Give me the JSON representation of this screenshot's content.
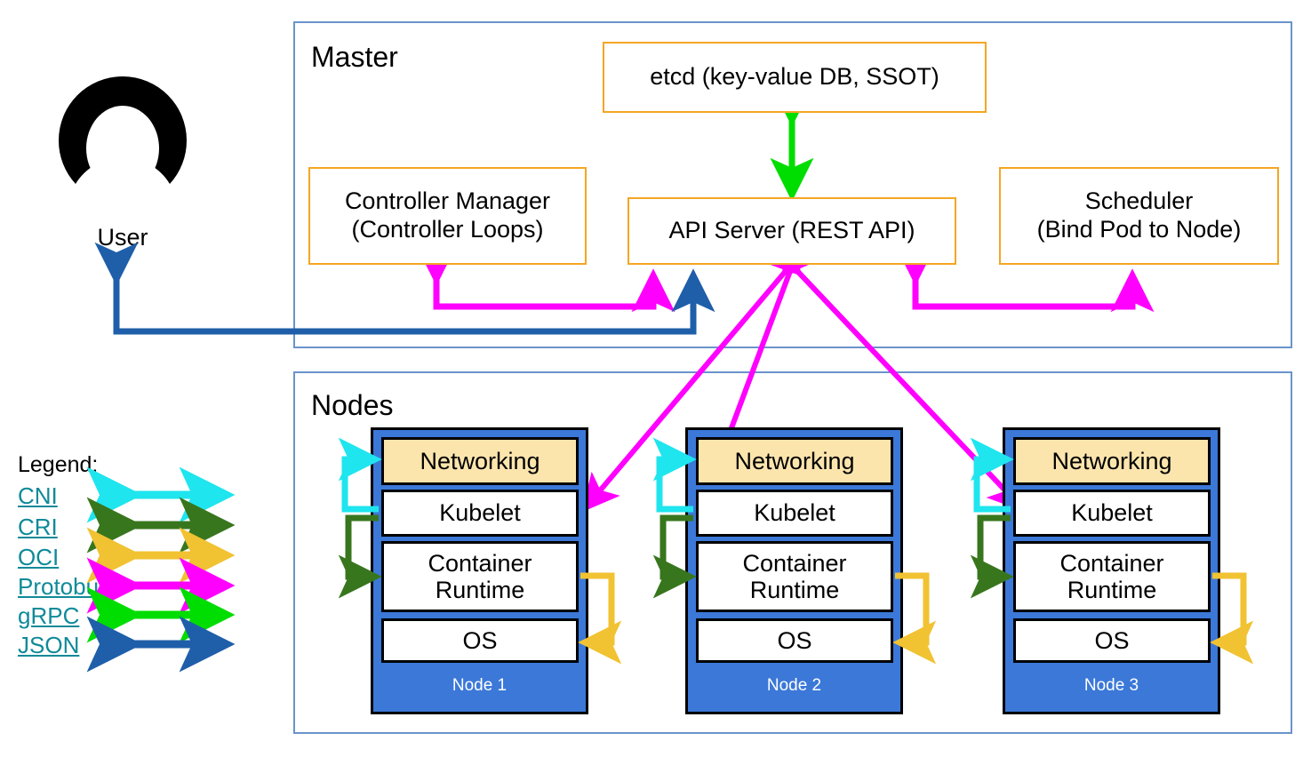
{
  "diagram": {
    "title_master": "Master",
    "title_nodes": "Nodes",
    "user_label": "User",
    "user_icon": "user-avatar-icon"
  },
  "master": {
    "label": "Master",
    "components": [
      {
        "id": "etcd",
        "label": "etcd (key-value DB, SSOT)"
      },
      {
        "id": "controller",
        "label": "Controller Manager\n(Controller Loops)",
        "line1": "Controller Manager",
        "line2": "(Controller Loops)"
      },
      {
        "id": "apiserver",
        "label": "API Server (REST API)"
      },
      {
        "id": "scheduler",
        "label": "Scheduler\n(Bind Pod to Node)",
        "line1": "Scheduler",
        "line2": "(Bind Pod to Node)"
      }
    ]
  },
  "nodes": {
    "label": "Nodes",
    "layers": [
      "Networking",
      "Kubelet",
      "Container Runtime",
      "OS"
    ],
    "layer_networking": "Networking",
    "layer_kubelet": "Kubelet",
    "layer_runtime_line1": "Container",
    "layer_runtime_line2": "Runtime",
    "layer_os": "OS",
    "items": [
      {
        "name": "Node 1"
      },
      {
        "name": "Node 2"
      },
      {
        "name": "Node 3"
      }
    ]
  },
  "legend": {
    "title": "Legend:",
    "items": [
      {
        "label": "CNI",
        "color": "#1fe5ee"
      },
      {
        "label": "CRI",
        "color": "#38761d"
      },
      {
        "label": "OCI",
        "color": "#f1c232"
      },
      {
        "label": "Protobuf",
        "color": "#ff00ff"
      },
      {
        "label": "gRPC",
        "color": "#00dd00"
      },
      {
        "label": "JSON",
        "color": "#1f5fa9"
      }
    ]
  },
  "colors": {
    "frame_blue": "#6a93cb",
    "component_border_orange": "#f5a623",
    "node_card_blue": "#3b78d8",
    "networking_fill": "#fce5ad",
    "legend_text": "#0f8a99",
    "cni_cyan": "#1fe5ee",
    "cri_darkgreen": "#38761d",
    "oci_gold": "#f1c232",
    "protobuf_magenta": "#ff00ff",
    "grpc_green": "#00dd00",
    "json_blue": "#1f5fa9"
  },
  "connections": [
    {
      "from": "etcd",
      "to": "apiserver",
      "protocol": "gRPC",
      "color": "#00dd00",
      "direction": "bidirectional"
    },
    {
      "from": "User",
      "to": "apiserver",
      "protocol": "JSON",
      "color": "#1f5fa9",
      "direction": "bidirectional"
    },
    {
      "from": "controller",
      "to": "apiserver",
      "protocol": "Protobuf",
      "color": "#ff00ff",
      "direction": "bidirectional"
    },
    {
      "from": "scheduler",
      "to": "apiserver",
      "protocol": "Protobuf",
      "color": "#ff00ff",
      "direction": "bidirectional"
    },
    {
      "from": "Node 1 Kubelet",
      "to": "apiserver",
      "protocol": "Protobuf",
      "color": "#ff00ff",
      "direction": "bidirectional"
    },
    {
      "from": "Node 2 Kubelet",
      "to": "apiserver",
      "protocol": "Protobuf",
      "color": "#ff00ff",
      "direction": "bidirectional"
    },
    {
      "from": "Node 3 Kubelet",
      "to": "apiserver",
      "protocol": "Protobuf",
      "color": "#ff00ff",
      "direction": "bidirectional"
    },
    {
      "from": "Kubelet",
      "to": "Networking",
      "protocol": "CNI",
      "color": "#1fe5ee",
      "direction": "forward"
    },
    {
      "from": "Kubelet",
      "to": "Container Runtime",
      "protocol": "CRI",
      "color": "#38761d",
      "direction": "forward"
    },
    {
      "from": "Container Runtime",
      "to": "OS",
      "protocol": "OCI",
      "color": "#f1c232",
      "direction": "forward"
    }
  ]
}
